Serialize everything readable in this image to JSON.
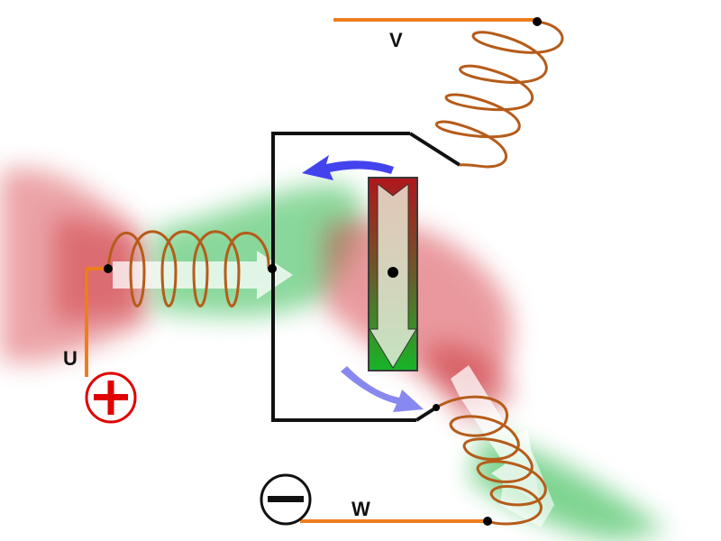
{
  "phases": [
    {
      "label": "V"
    },
    {
      "label": "U"
    },
    {
      "label": "W"
    }
  ],
  "terminals": [
    {
      "polarity": "positive",
      "symbol": "+",
      "color": "#e00000"
    },
    {
      "polarity": "negative",
      "symbol": "−",
      "color": "#111111"
    }
  ],
  "colors": {
    "wire": "#ee7d1e",
    "coil": "#b55c1a",
    "field_north": "#d4363c",
    "field_south": "#2bb84a",
    "rotation_arrow": "#4343ee",
    "frame": "#111111",
    "rotor_south": "#b0161c",
    "rotor_north": "#17b528"
  }
}
